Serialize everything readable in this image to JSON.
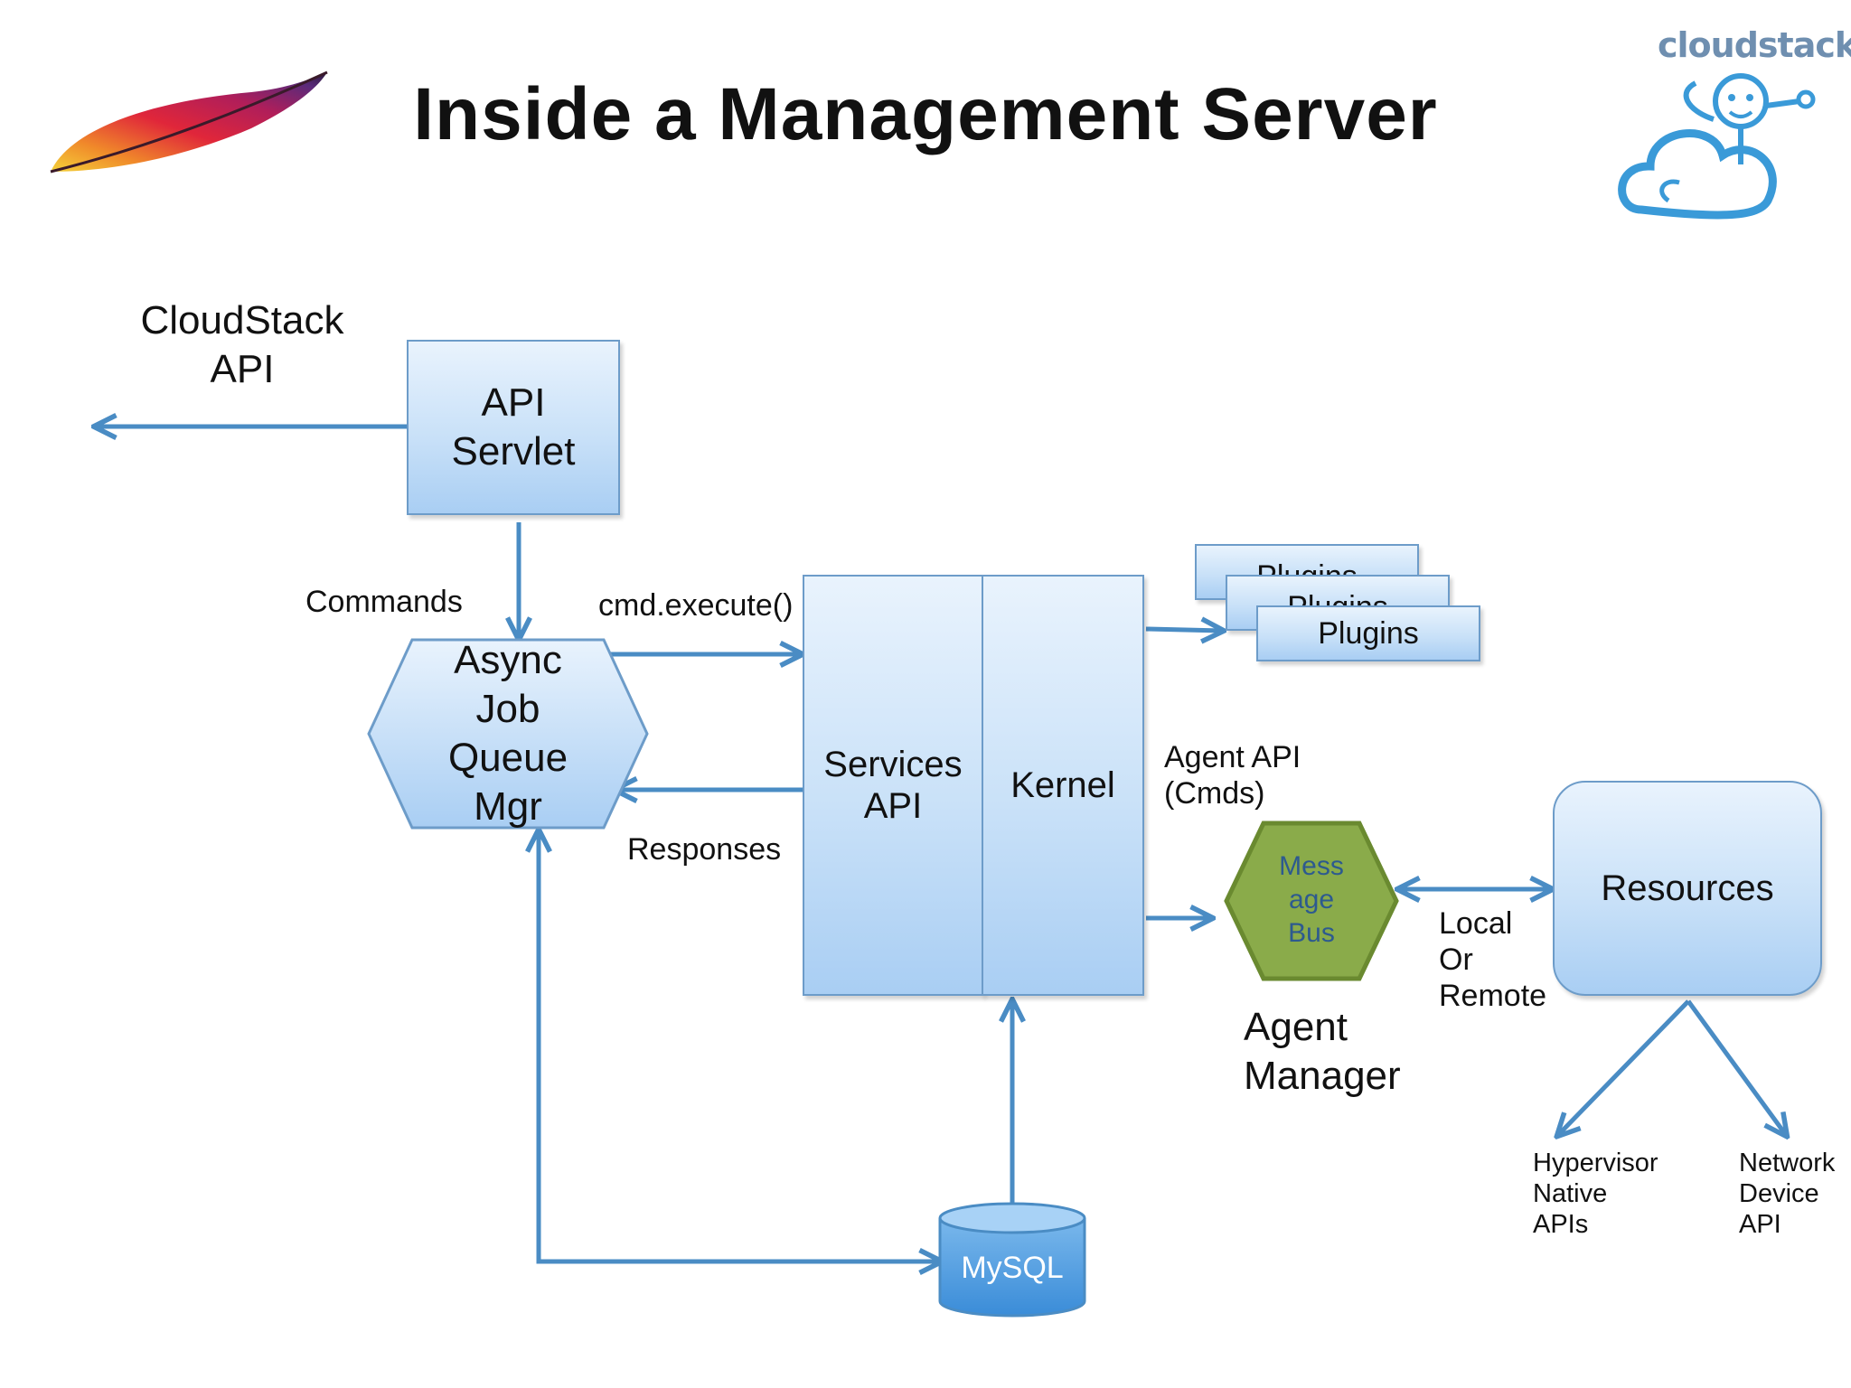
{
  "title": "Inside a Management Server",
  "brand": "cloudstack",
  "nodes": {
    "cloudstack_api": "CloudStack\nAPI",
    "api_servlet": "API\nServlet",
    "async_job": "Async\nJob\nQueue\nMgr",
    "services_api": "Services\nAPI",
    "kernel": "Kernel",
    "plugins": [
      "Plugins",
      "Plugins",
      "Plugins"
    ],
    "message_bus": "Mess\nage\nBus",
    "agent_manager": "Agent\nManager",
    "resources": "Resources",
    "mysql": "MySQL"
  },
  "edge_labels": {
    "commands": "Commands",
    "cmd_execute": "cmd.execute()",
    "responses": "Responses",
    "agent_api": "Agent API\n(Cmds)",
    "local_or_remote": "Local\nOr\nRemote",
    "hypervisor": "Hypervisor\nNative\nAPIs",
    "network_device": "Network\nDevice\nAPI"
  },
  "colors": {
    "arrow": "#4a8cc4",
    "box_border": "#6d9cc9",
    "message_bus_fill": "#8aab4a",
    "message_bus_text": "#2d5a8f",
    "brand_blue": "#6f8fb0"
  },
  "icons": [
    "apache-feather-logo",
    "cloudstack-monkey-logo"
  ]
}
